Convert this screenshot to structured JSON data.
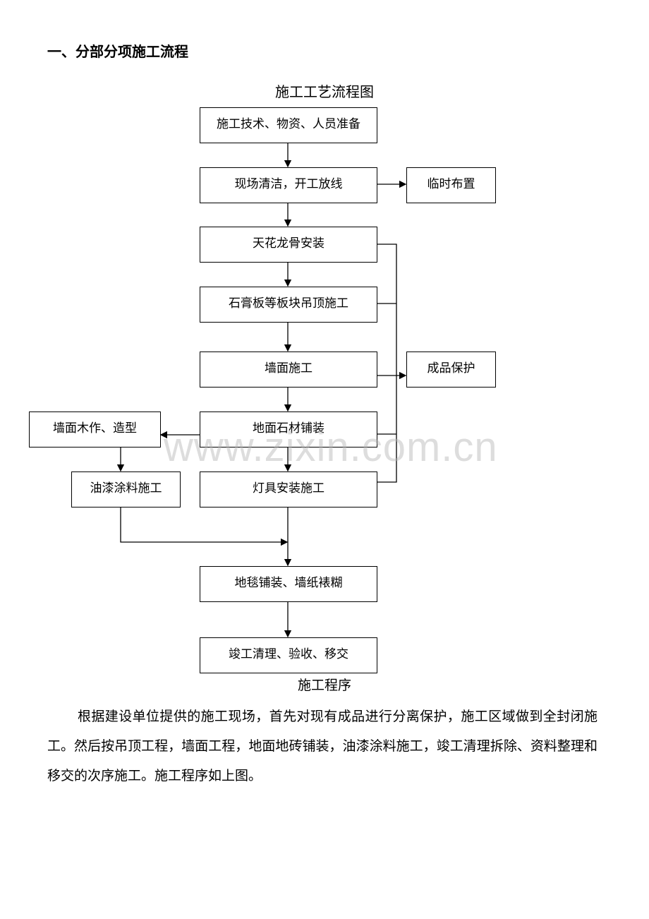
{
  "heading": "一、分部分项施工流程",
  "flow_title": "施工工艺流程图",
  "boxes": {
    "prep": "施工技术、物资、人员准备",
    "site": "现场清洁，开工放线",
    "temp": "临时布置",
    "keel": "天花龙骨安装",
    "ceiling": "石膏板等板块吊顶施工",
    "wall": "墙面施工",
    "protect": "成品保护",
    "floor": "地面石材铺装",
    "woodwork": "墙面木作、造型",
    "paint": "油漆涂料施工",
    "lamp": "灯具安装施工",
    "carpet": "地毯铺装、墙纸裱糊",
    "finish": "竣工清理、验收、移交"
  },
  "caption": "施工程序",
  "watermark": "www.zixin.com.cn",
  "paragraph": "根据建设单位提供的施工现场，首先对现有成品进行分离保护，施工区域做到全封闭施工。然后按吊顶工程，墙面工程，地面地砖铺装，油漆涂料施工，竣工清理拆除、资料整理和移交的次序施工。施工程序如上图。"
}
